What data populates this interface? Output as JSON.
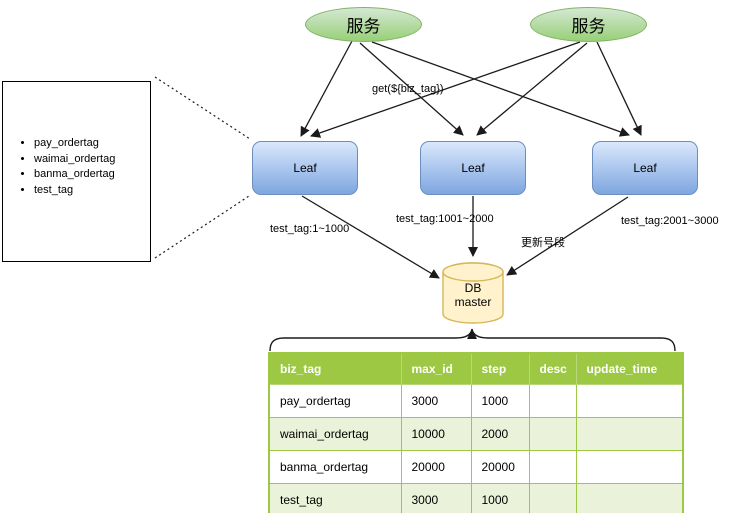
{
  "colors": {
    "service_fill_top": "#D5E8D4",
    "service_fill_bottom": "#97D077",
    "service_stroke": "#82B366",
    "leaf_fill_top": "#DAE8FC",
    "leaf_fill_bottom": "#7EA6E0",
    "leaf_stroke": "#6C8EBF",
    "db_fill": "#FFF2CC",
    "db_stroke": "#D6B656",
    "table_header_bg": "#9CC843",
    "table_alt_row_bg": "#EAF2D9",
    "table_border": "#9CC843",
    "line_color": "#1a1a1a"
  },
  "services": [
    {
      "label": "服务"
    },
    {
      "label": "服务"
    }
  ],
  "request_label": "get(${biz_tag})",
  "leaves": [
    {
      "label": "Leaf"
    },
    {
      "label": "Leaf"
    },
    {
      "label": "Leaf"
    }
  ],
  "edges": {
    "leaf1_segment": "test_tag:1~1000",
    "leaf2_segment": "test_tag:1001~2000",
    "leaf3_segment": "test_tag:2001~3000",
    "update_segment": "更新号段"
  },
  "db": {
    "line1": "DB",
    "line2": "master"
  },
  "note": {
    "items": [
      "pay_ordertag",
      "waimai_ordertag",
      "banma_ordertag",
      "test_tag"
    ]
  },
  "table": {
    "headers": [
      "biz_tag",
      "max_id",
      "step",
      "desc",
      "update_time"
    ],
    "rows": [
      [
        "pay_ordertag",
        "3000",
        "1000",
        "",
        ""
      ],
      [
        "waimai_ordertag",
        "10000",
        "2000",
        "",
        ""
      ],
      [
        "banma_ordertag",
        "20000",
        "20000",
        "",
        ""
      ],
      [
        "test_tag",
        "3000",
        "1000",
        "",
        ""
      ]
    ]
  }
}
